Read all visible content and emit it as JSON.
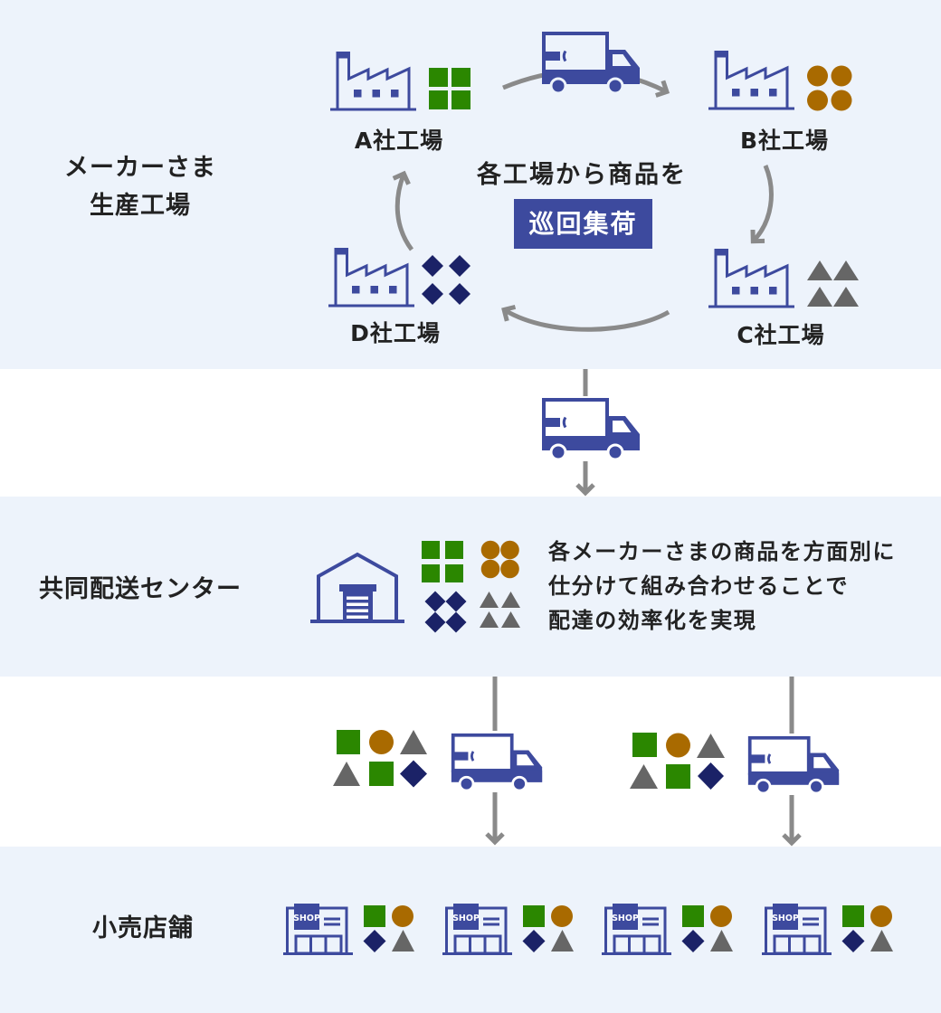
{
  "colors": {
    "band_background": "#EDF3FB",
    "brand_blue": "#3D4A9E",
    "arrow_gray": "#8A8A8A",
    "goods_green": "#2B8700",
    "goods_brown": "#A96A00",
    "goods_navy": "#1B2267",
    "goods_gray": "#666666",
    "text": "#222222"
  },
  "stages": {
    "manufacturers": {
      "label_lines": [
        "メーカーさま",
        "生産工場"
      ]
    },
    "distribution_center": {
      "label": "共同配送センター",
      "description": [
        "各メーカーさまの商品を方面別に",
        "仕分けて組み合わせることで",
        "配達の効率化を実現"
      ],
      "goods": [
        "green-square",
        "brown-circle",
        "navy-diamond",
        "gray-triangle"
      ]
    },
    "retail": {
      "label": "小売店舗",
      "shop_sign": "SHOP",
      "store_count": 4,
      "store_goods": [
        "green-square",
        "brown-circle",
        "navy-diamond",
        "gray-triangle"
      ]
    }
  },
  "factories": [
    {
      "label": "A社工場",
      "goods": "green-square"
    },
    {
      "label": "B社工場",
      "goods": "brown-circle"
    },
    {
      "label": "C社工場",
      "goods": "gray-triangle"
    },
    {
      "label": "D社工場",
      "goods": "navy-diamond"
    }
  ],
  "milk_run": {
    "caption": "各工場から商品を",
    "badge": "巡回集荷",
    "route": [
      "A社工場",
      "B社工場",
      "C社工場",
      "D社工場",
      "A社工場"
    ]
  },
  "delivery_routes": [
    {
      "mixed_goods": [
        "green-square",
        "brown-circle",
        "gray-triangle",
        "gray-triangle",
        "green-square",
        "navy-diamond"
      ]
    },
    {
      "mixed_goods": [
        "green-square",
        "brown-circle",
        "gray-triangle",
        "gray-triangle",
        "green-square",
        "navy-diamond"
      ]
    }
  ],
  "icons": [
    "factory-icon",
    "truck-icon",
    "warehouse-icon",
    "shop-icon",
    "arrow-icon"
  ]
}
